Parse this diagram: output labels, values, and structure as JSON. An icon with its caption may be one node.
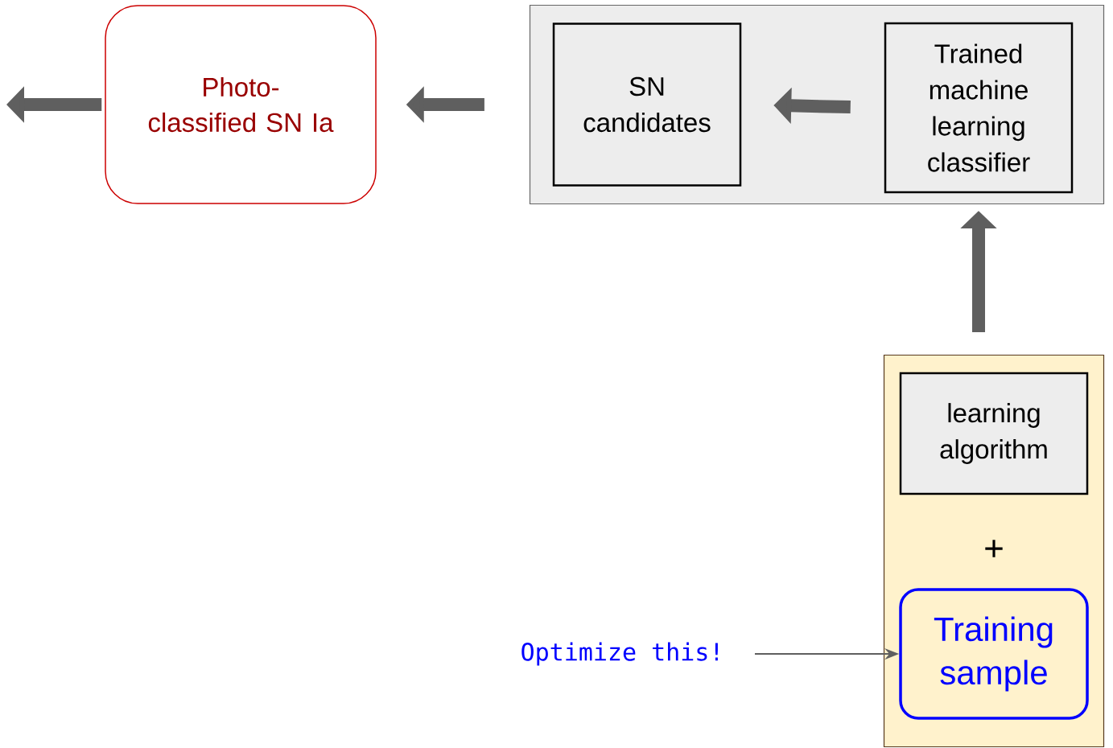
{
  "diagram": {
    "nodes": [
      {
        "text": [
          "Photo-classified SN Ia"
        ]
      },
      {
        "text": [],
        "shape": "box"
      },
      {
        "text": [
          "SN candidates"
        ],
        "in": 1
      },
      {
        "text": [
          "Trained machine learning classifier"
        ],
        "in": 1
      },
      {
        "text": [],
        "shape": "box"
      },
      {
        "text": [
          "learning algorithm"
        ],
        "in": 4
      },
      {
        "text": [
          "Training sample"
        ],
        "in": 4
      },
      {
        "text": [
          "Optimize this!"
        ]
      }
    ],
    "edges": [
      {
        "from": 3,
        "to": 2,
        "arrow": "to"
      },
      {
        "from": 1,
        "to": 0,
        "arrow": "to"
      },
      {
        "from": 0,
        "to": null,
        "arrow": "to"
      },
      {
        "from": 4,
        "to": 1,
        "arrow": "to"
      },
      {
        "from": 7,
        "to": 6,
        "arrow": "to"
      }
    ],
    "labels": [
      "+"
    ]
  }
}
